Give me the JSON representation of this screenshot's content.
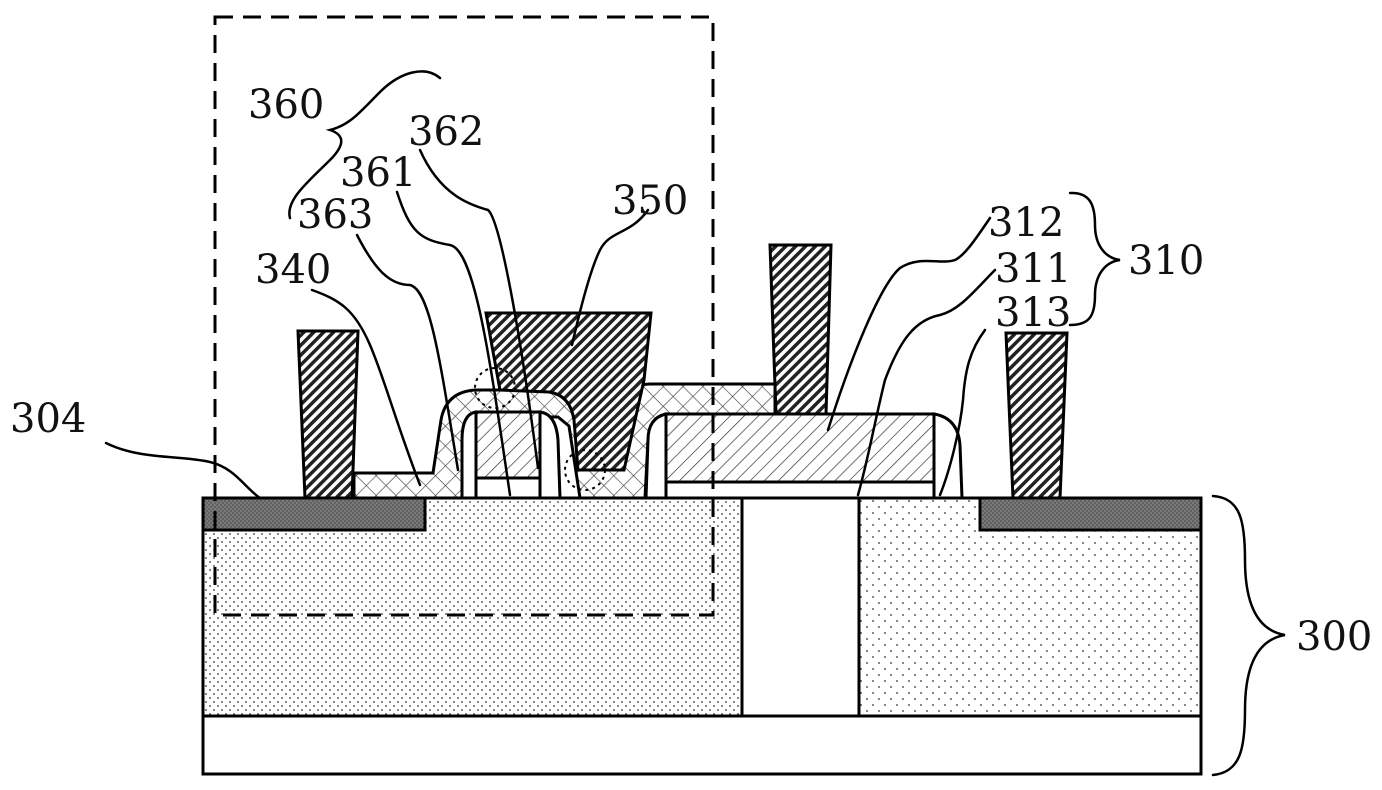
{
  "labels": {
    "l360": "360",
    "l362": "362",
    "l361": "361",
    "l363": "363",
    "l350": "350",
    "l340": "340",
    "l304": "304",
    "l312": "312",
    "l311": "311",
    "l313": "313",
    "l310": "310",
    "l300": "300"
  }
}
